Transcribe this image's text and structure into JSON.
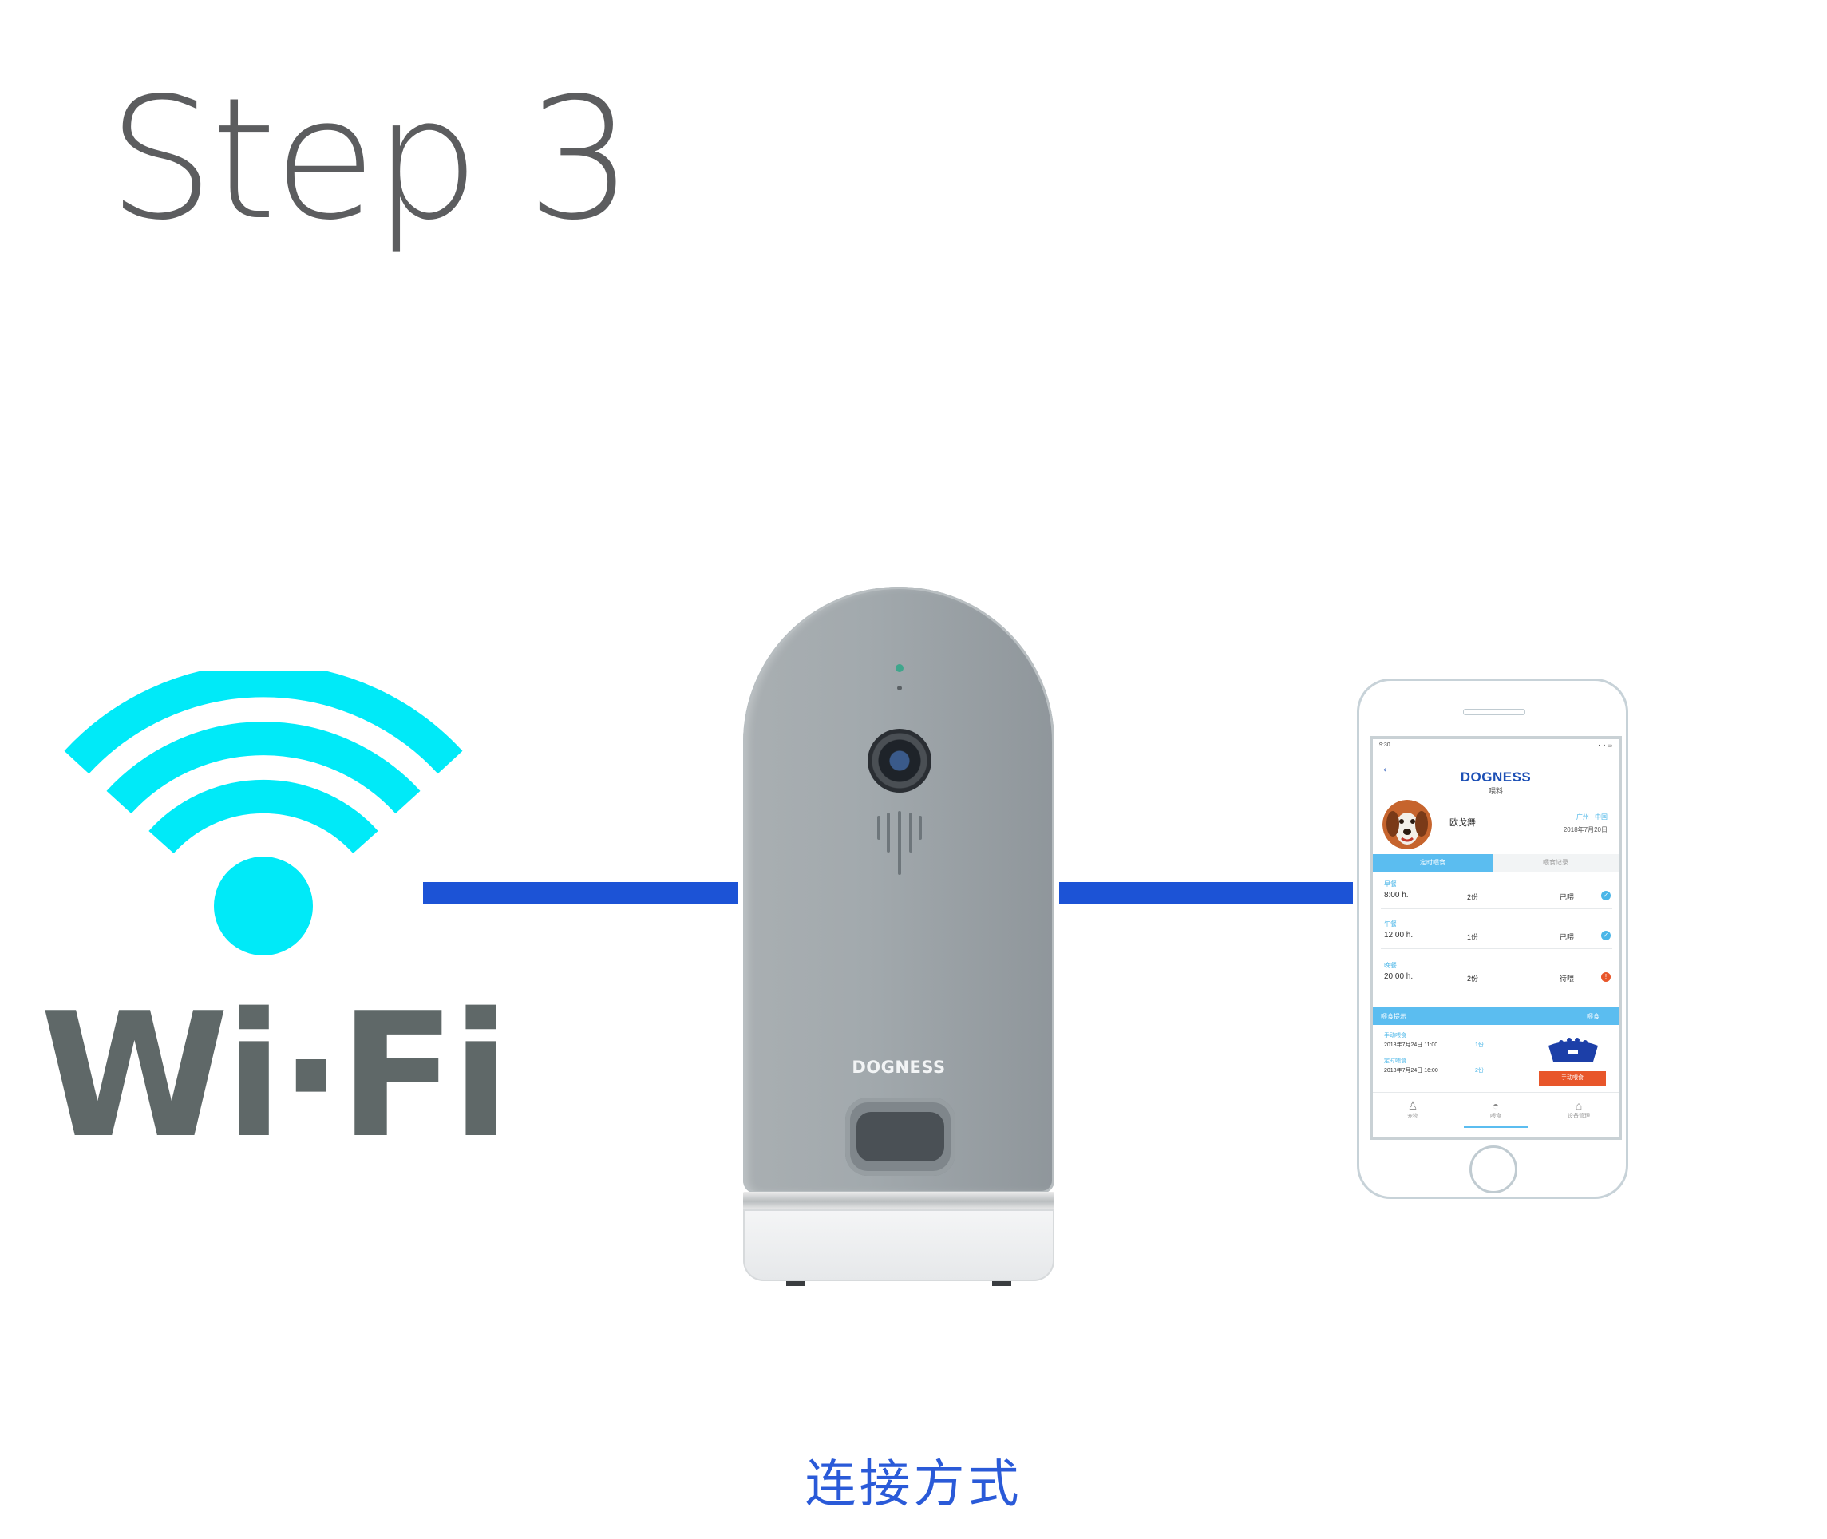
{
  "title": "Step 3",
  "wifi": {
    "text": "Wi·Fi",
    "color": "#00eaf8",
    "icon": "wifi-icon"
  },
  "link_color": "#1c53d6",
  "feeder": {
    "brand": "DOGNESS"
  },
  "phone_app": {
    "status_time": "9:30",
    "status_icons": "▪ ◔ ▭",
    "back_icon": "←",
    "logo": "DOGNESS",
    "subtitle": "喂料",
    "pet_name": "欧戈舞",
    "pet_location": "广州 · 中国",
    "pet_date": "2018年7月20日",
    "tabs": [
      "定时喂食",
      "喂食记录"
    ],
    "meals": [
      {
        "label": "早餐",
        "time": "8:00 h.",
        "portion": "2份",
        "status": "已喂",
        "status_color": "#4ab6e8",
        "mark": "✓"
      },
      {
        "label": "午餐",
        "time": "12:00 h.",
        "portion": "1份",
        "status": "已喂",
        "status_color": "#4ab6e8",
        "mark": "✓"
      },
      {
        "label": "晚餐",
        "time": "20:00 h.",
        "portion": "2份",
        "status": "待喂",
        "status_color": "#e8562a",
        "mark": "!"
      }
    ],
    "banner": {
      "left": "喂食提示",
      "right": "喂食"
    },
    "records": [
      {
        "label": "手动喂食",
        "value": "2018年7月24日 11:00",
        "mid": "1份"
      },
      {
        "label": "定时喂食",
        "value": "2018年7月24日 16:00",
        "mid": "2份"
      }
    ],
    "feed_button": "手动喂食",
    "nav": [
      {
        "icon": "♙",
        "label": "宠物"
      },
      {
        "icon": "◓",
        "label": "喂食"
      },
      {
        "icon": "⌂",
        "label": "设备管理"
      }
    ]
  },
  "caption": "连接方式"
}
